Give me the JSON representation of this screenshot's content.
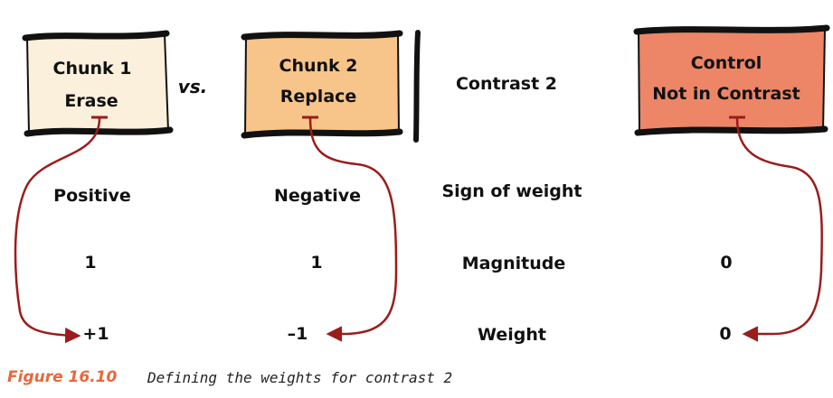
{
  "boxes": {
    "chunk1": {
      "line1": "Chunk 1",
      "line2": "Erase",
      "fill": "#fbf0db"
    },
    "chunk2": {
      "line1": "Chunk 2",
      "line2": "Replace",
      "fill": "#f7c48a"
    },
    "control": {
      "line1": "Control",
      "line2": "Not in Contrast",
      "fill": "#ec8666"
    }
  },
  "vs_label": "vs.",
  "contrast_label": "Contrast 2",
  "rows": {
    "sign": {
      "label": "Sign of weight",
      "chunk1": "Positive",
      "chunk2": "Negative",
      "control": ""
    },
    "magnitude": {
      "label": "Magnitude",
      "chunk1": "1",
      "chunk2": "1",
      "control": "0"
    },
    "weight": {
      "label": "Weight",
      "chunk1": "+1",
      "chunk2": "–1",
      "control": "0"
    }
  },
  "arrow_color": "#9b1c1c",
  "caption": {
    "number": "Figure 16.10",
    "text": "Defining the weights for contrast 2"
  }
}
